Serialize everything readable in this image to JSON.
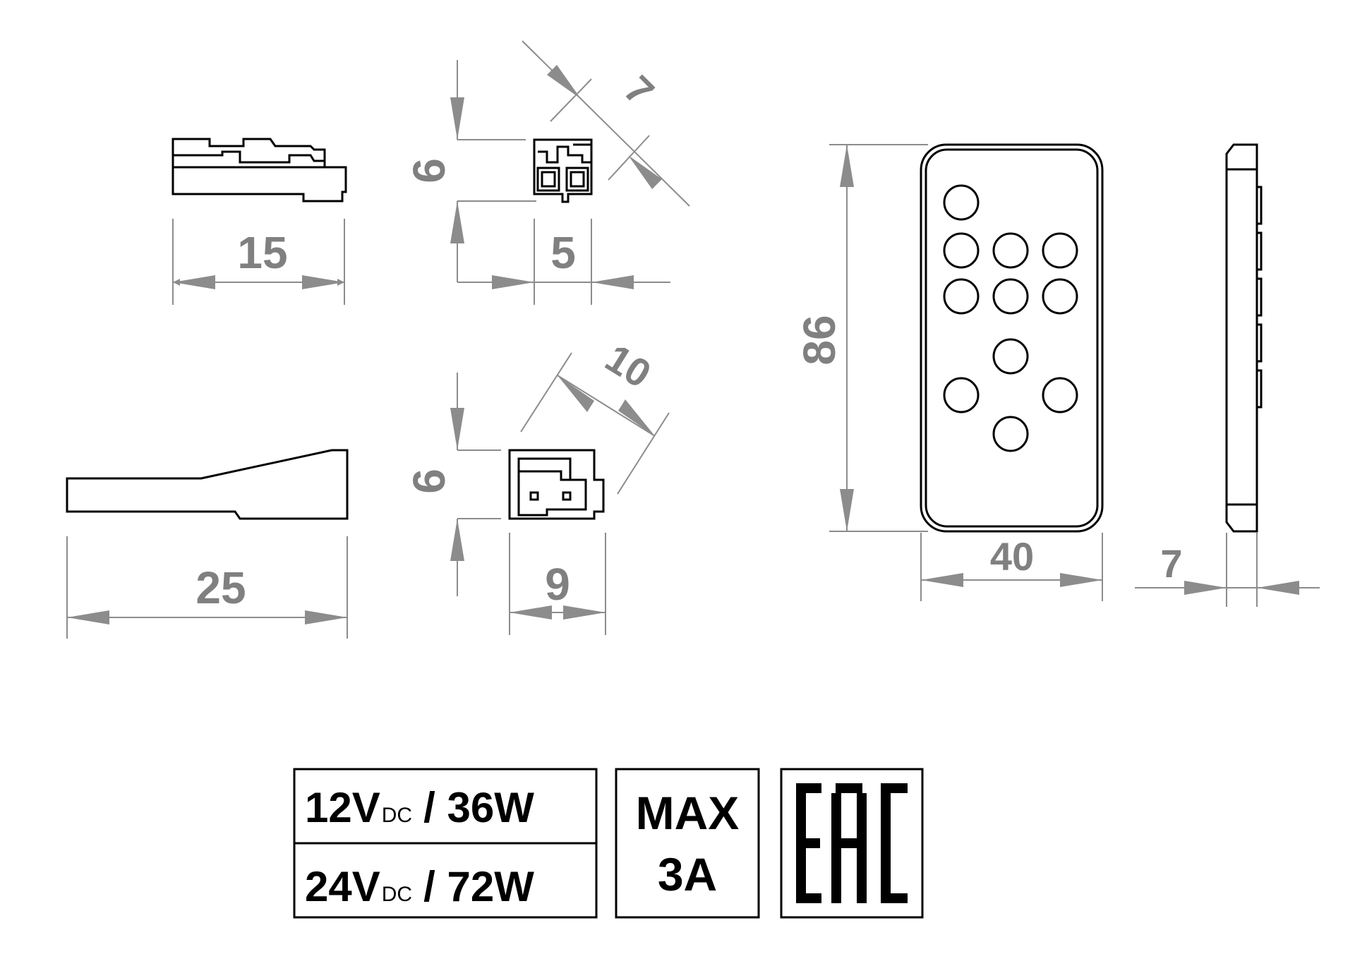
{
  "dimensions": {
    "connector_a_length": "15",
    "connector_a_height": "6",
    "connector_a_width": "5",
    "connector_a_diagonal": "7",
    "connector_b_length": "25",
    "connector_b_height": "6",
    "connector_b_width": "9",
    "connector_b_diagonal": "10",
    "remote_height": "86",
    "remote_width": "40",
    "remote_depth": "7"
  },
  "specs": {
    "row1_voltage": "12V",
    "row1_sub": "DC",
    "row1_power": "/ 36W",
    "row2_voltage": "24V",
    "row2_sub": "DC",
    "row2_power": "/ 72W",
    "max_line1": "MAX",
    "max_line2": "3A",
    "mark": "EAC"
  },
  "colors": {
    "dimension": "#808080",
    "outline": "#000000",
    "background": "#ffffff"
  }
}
